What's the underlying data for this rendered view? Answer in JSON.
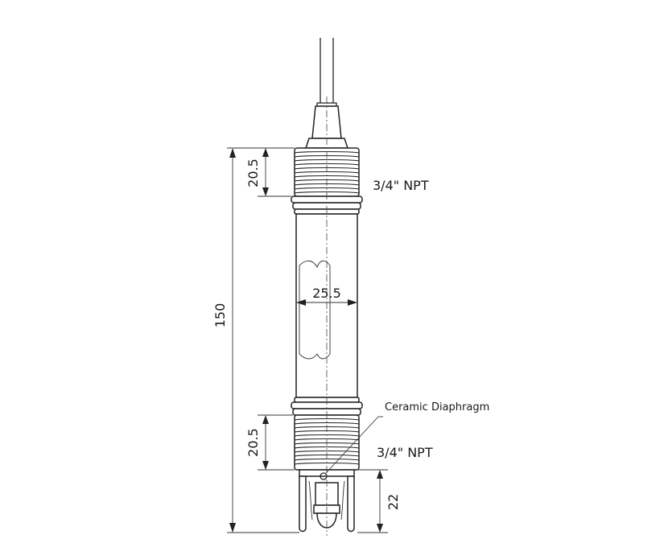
{
  "labels": {
    "thread_top": "3/4\" NPT",
    "thread_bottom": "3/4\" NPT",
    "diaphragm": "Ceramic Diaphragm"
  },
  "dimensions": {
    "overall_length": "150",
    "top_thread_length": "20.5",
    "bottom_thread_length": "20.5",
    "body_diameter": "25.5",
    "tip_length": "22"
  }
}
